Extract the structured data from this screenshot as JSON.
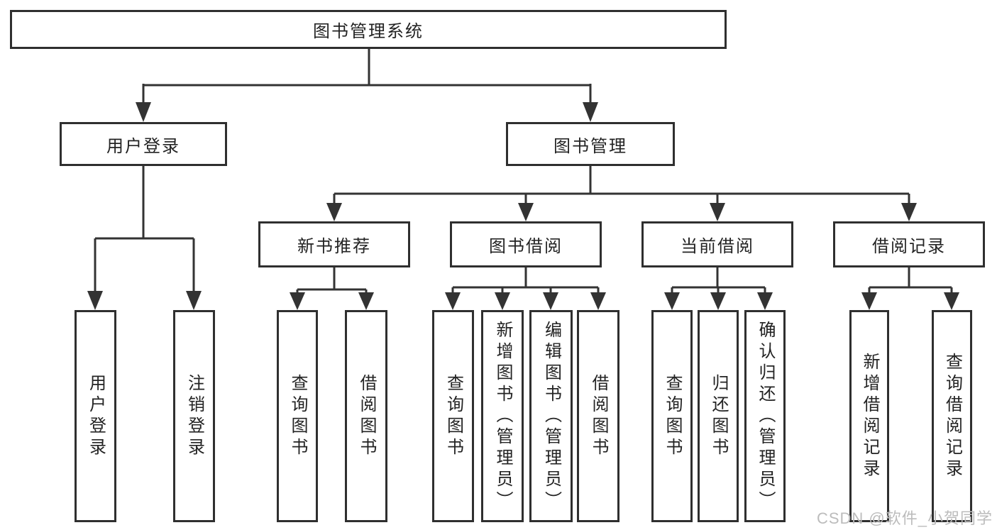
{
  "diagram": {
    "title": "图书管理系统",
    "level2": [
      {
        "label": "用户登录",
        "children": [
          "用户登录",
          "注销登录"
        ]
      },
      {
        "label": "图书管理"
      }
    ],
    "level3": [
      {
        "label": "新书推荐",
        "children": [
          "查询图书",
          "借阅图书"
        ]
      },
      {
        "label": "图书借阅",
        "children": [
          "查询图书",
          "新增图书（管理员）",
          "编辑图书（管理员）",
          "借阅图书"
        ]
      },
      {
        "label": "当前借阅",
        "children": [
          "查询图书",
          "归还图书",
          "确认归还（管理员）"
        ]
      },
      {
        "label": "借阅记录",
        "children": [
          "新增借阅记录",
          "查询借阅记录"
        ]
      }
    ]
  },
  "watermark": {
    "text": "CSDN @软件_小贺同学"
  },
  "colors": {
    "line": "#333333",
    "border": "#2f2f2f",
    "box_bg": "#ffffff",
    "text": "#232323",
    "watermark": "#bcbcbc"
  }
}
